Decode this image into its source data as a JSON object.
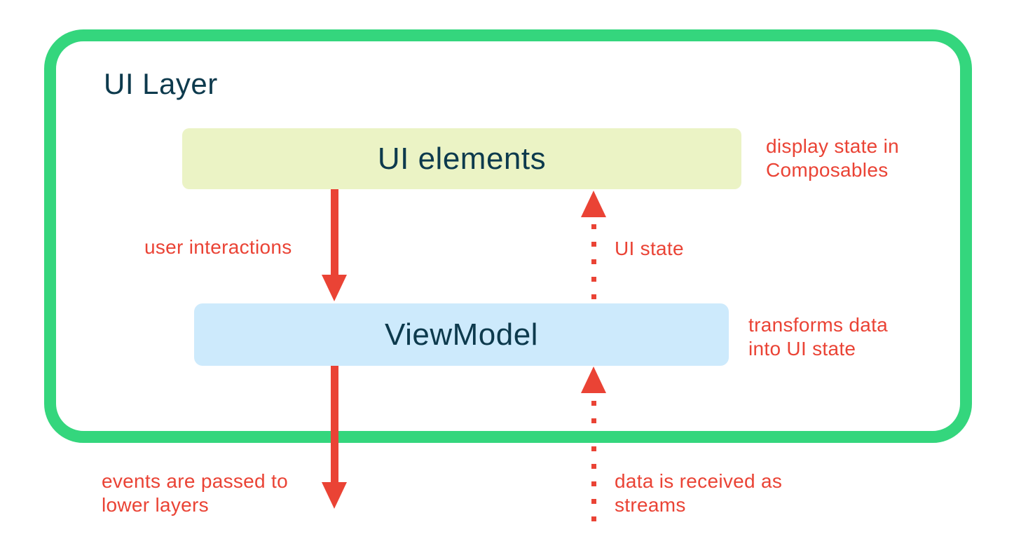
{
  "colors": {
    "container_border_green": "#34d67d",
    "arrow_and_label_red": "#ea4335",
    "heading_navy": "#0d3a4d",
    "ui_elements_box_fill": "#ebf3c5",
    "viewmodel_box_fill": "#cdeafc",
    "background": "#ffffff"
  },
  "diagram": {
    "container": {
      "title": "UI Layer"
    },
    "boxes": {
      "ui_elements": {
        "label": "UI elements"
      },
      "viewmodel": {
        "label": "ViewModel"
      }
    },
    "labels": {
      "user_interactions": "user interactions",
      "ui_state": "UI state",
      "display_note_line1": "display state in",
      "display_note_line2": "Composables",
      "transforms_note_line1": "transforms data",
      "transforms_note_line2": "into UI state",
      "events_note_line1": "events are passed to",
      "events_note_line2": "lower layers",
      "streams_note_line1": "data is received as",
      "streams_note_line2": "streams"
    }
  }
}
